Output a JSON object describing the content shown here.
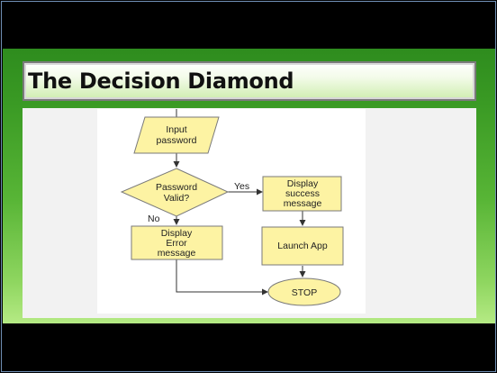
{
  "slide": {
    "title": "The Decision Diamond"
  },
  "flowchart": {
    "input_label_line1": "Input",
    "input_label_line2": "password",
    "decision_label_line1": "Password",
    "decision_label_line2": "Valid?",
    "yes_label": "Yes",
    "no_label": "No",
    "success_line1": "Display",
    "success_line2": "success",
    "success_line3": "message",
    "error_line1": "Display",
    "error_line2": "Error",
    "error_line3": "message",
    "launch_label": "Launch App",
    "stop_label": "STOP"
  },
  "colors": {
    "shape_fill": "#fdf3a3",
    "shape_stroke": "#7a7a7a",
    "connector": "#333333",
    "slide_green": "#3a9a24"
  }
}
